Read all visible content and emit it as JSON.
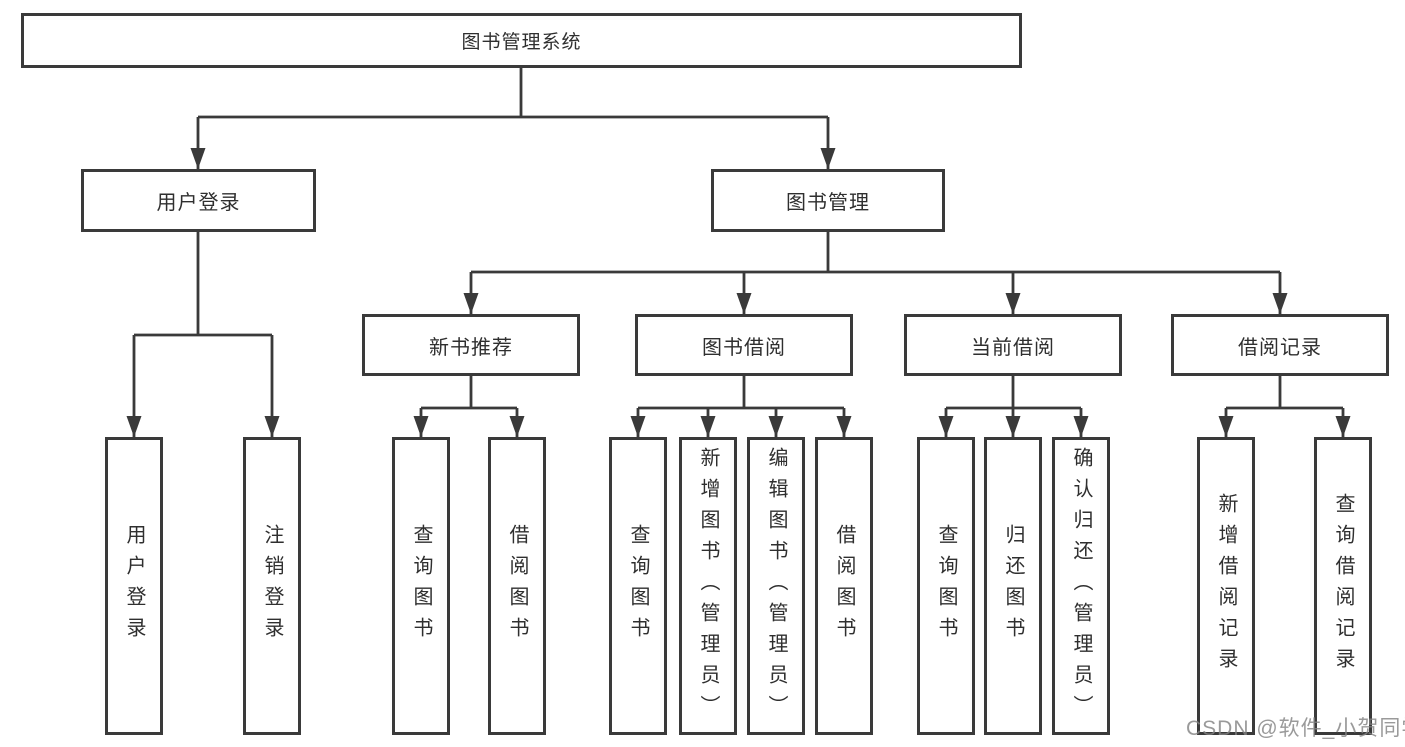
{
  "diagram": {
    "root": "图书管理系统",
    "branches": {
      "user_login": {
        "label": "用户登录",
        "children": [
          "用户登录",
          "注销登录"
        ]
      },
      "book_mgmt": {
        "label": "图书管理",
        "sections": [
          {
            "label": "新书推荐",
            "children": [
              "查询图书",
              "借阅图书"
            ]
          },
          {
            "label": "图书借阅",
            "children": [
              "查询图书",
              "新增图书（管理员）",
              "编辑图书（管理员）",
              "借阅图书"
            ]
          },
          {
            "label": "当前借阅",
            "children": [
              "查询图书",
              "归还图书",
              "确认归还（管理员）"
            ]
          },
          {
            "label": "借阅记录",
            "children": [
              "新增借阅记录",
              "查询借阅记录"
            ]
          }
        ]
      }
    }
  },
  "watermark": "CSDN @软件_小贺同学",
  "colors": {
    "line": "#3a3a3a",
    "text": "#2f2f2f",
    "watermark": "#848484",
    "background": "#ffffff"
  }
}
